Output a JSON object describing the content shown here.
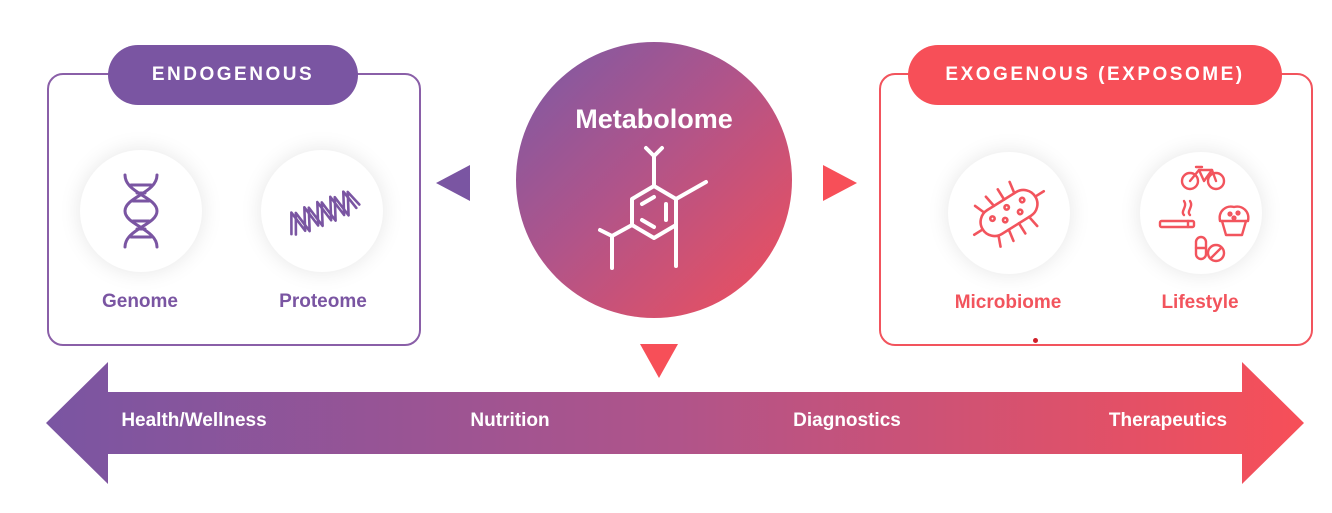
{
  "endogenous": {
    "title": "ENDOGENOUS",
    "items": [
      {
        "label": "Genome",
        "icon": "dna-helix-icon"
      },
      {
        "label": "Proteome",
        "icon": "protein-helix-icon"
      }
    ],
    "color": "#7a55a2"
  },
  "exogenous": {
    "title": "EXOGENOUS (EXPOSOME)",
    "items": [
      {
        "label": "Microbiome",
        "icon": "bacterium-icon"
      },
      {
        "label": "Lifestyle",
        "icon": "lifestyle-icons"
      }
    ],
    "color": "#f74f58"
  },
  "center": {
    "title": "Metabolome",
    "icon": "molecule-icon"
  },
  "spectrum": {
    "labels": [
      "Health/Wellness",
      "Nutrition",
      "Diagnostics",
      "Therapeutics"
    ],
    "gradient_start": "#7a55a2",
    "gradient_end": "#f74f58"
  }
}
